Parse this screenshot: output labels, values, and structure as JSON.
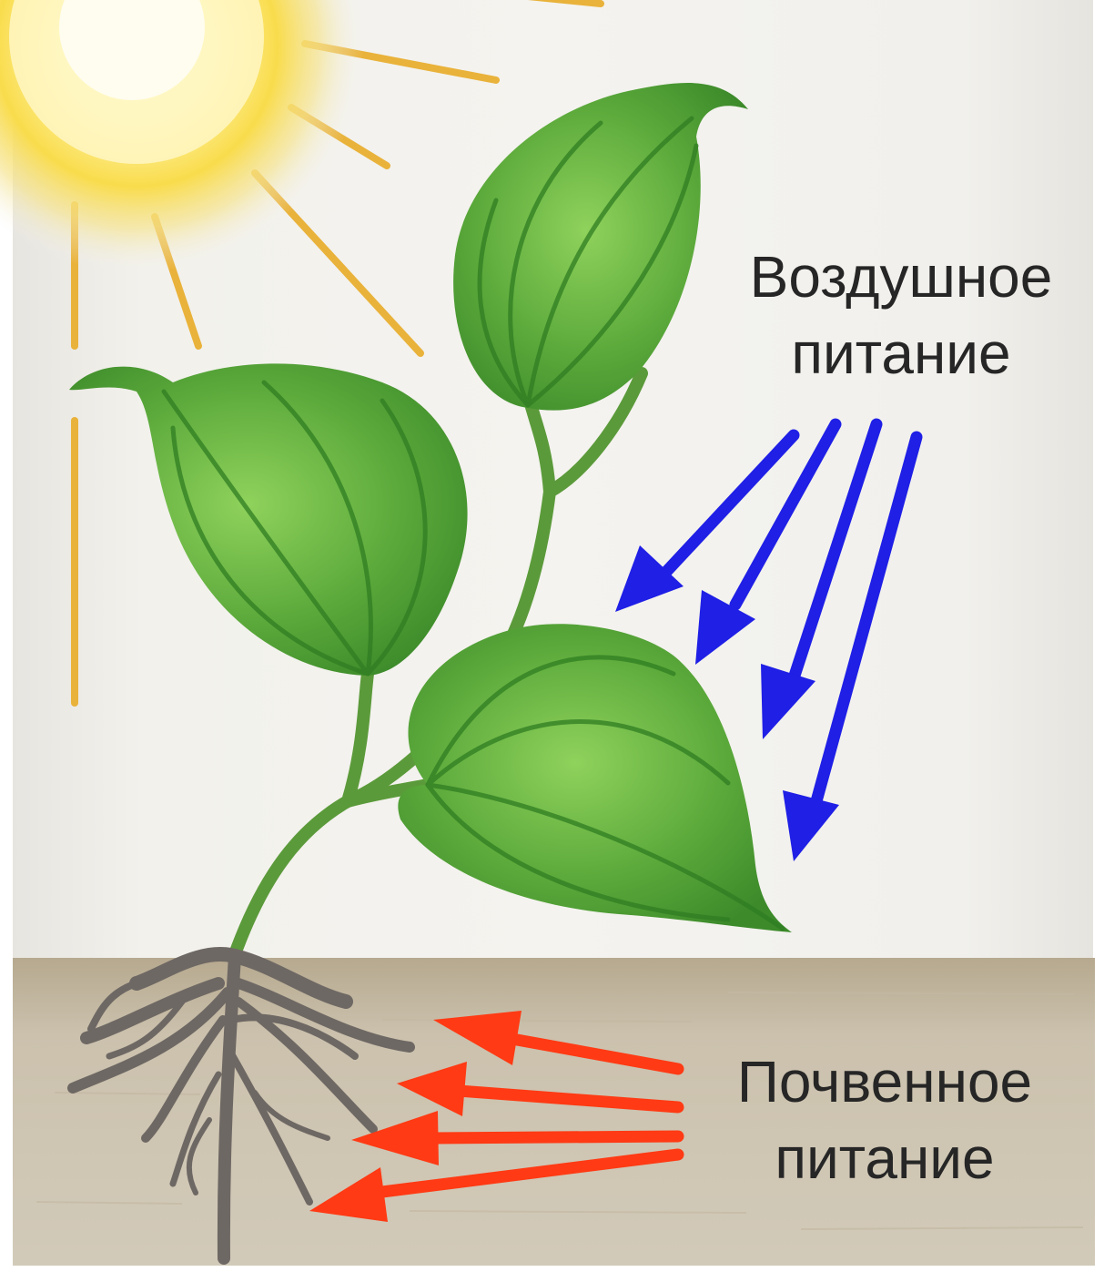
{
  "labels": {
    "air_nutrition": {
      "line1": "Воздушное",
      "line2": "питание"
    },
    "soil_nutrition": {
      "line1": "Почвенное",
      "line2": "питание"
    }
  },
  "colors": {
    "background": "#f3f2ee",
    "soil": "#bfb39c",
    "sun": "#f7d84a",
    "sun_rays": "#e9b23a",
    "leaf": "#5aa83a",
    "leaf_vein": "#2f7d22",
    "stem": "#5b9a3a",
    "roots": "#6e6864",
    "air_arrows": "#1f1fe6",
    "soil_arrows": "#ff3a14"
  },
  "icons": [
    "sun-icon",
    "plant-icon",
    "roots-icon"
  ]
}
